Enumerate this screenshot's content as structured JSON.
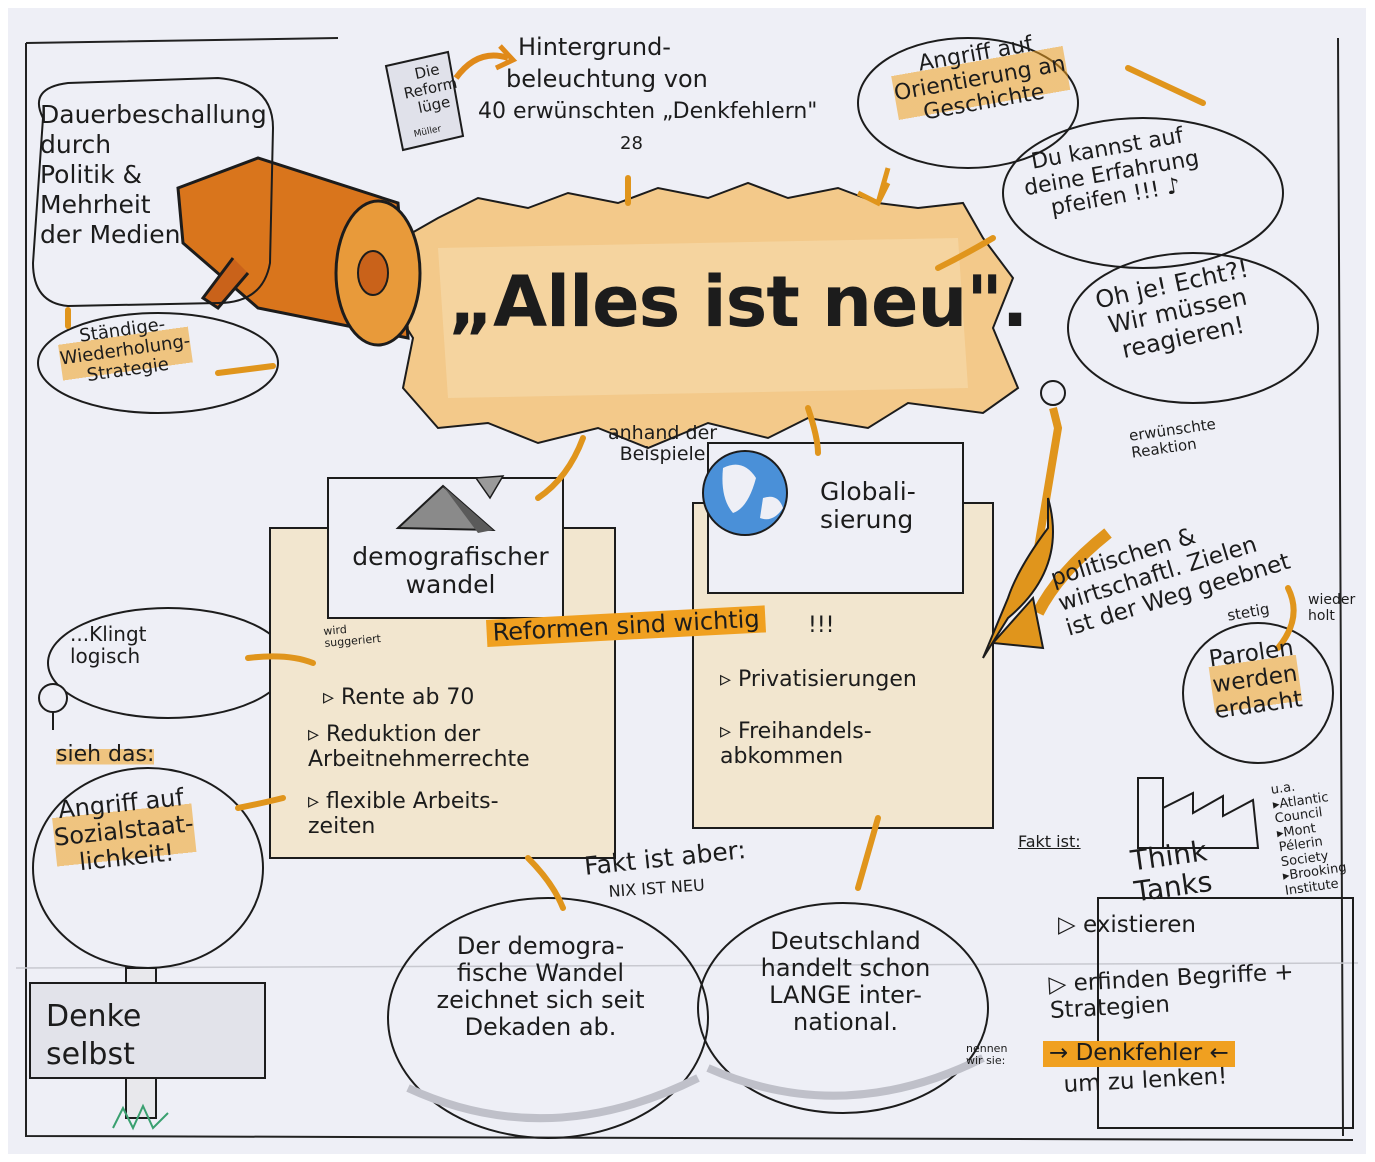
{
  "colors": {
    "accent": "#f0a020",
    "ink": "#1c1c1c",
    "paper": "#eeeff6",
    "shadow": "#bfc0c9",
    "box": "#f2e6cf"
  },
  "book": {
    "title": "Die Reform lüge",
    "author": "Müller"
  },
  "background": {
    "line1": "Hintergrund-",
    "line2": "beleuchtung von",
    "line3": "40 erwünschten „Denkfehlern\"",
    "note": "28"
  },
  "megaphone_bubble": "Dauerbeschallung\ndurch\nPolitik &\nMehrheit\nder Medien",
  "strategy": "Ständige-\nWiederholung-\nStrategie",
  "headline": "„Alles ist neu\".",
  "attack_history": "Angriff auf\nOrientierung an\nGeschichte",
  "experience": "Du kannst auf\ndeine Erfahrung\npfeifen !!! ♪",
  "reaction_bubble": "Oh je! Echt?!\nWir müssen\nreagieren!",
  "desired_reaction": "erwünschte\nReaktion",
  "examples_label": "anhand der\nBeispiele",
  "demographic_box": "demografischer\nwandel",
  "globalization_box": "Globali-\nsierung",
  "political_goals": "politischen &\nwirtschaftl. Zielen\nist der Weg geebnet",
  "sounds_logical": "...Klingt\nlogisch",
  "suggested": "wird\nsuggeriert",
  "reforms": "Reformen sind wichtig",
  "reforms_suffix": "!!!",
  "left_list": [
    "Rente ab 70",
    "Reduktion der\nArbeitnehmerrechte",
    "flexible Arbeits-\nzeiten"
  ],
  "right_list": [
    "Privatisierungen",
    "Freihandels-\nabkommen"
  ],
  "but_label": "sieh das:",
  "attack_social": "Angriff auf\nSozialstaat-\nlichkeit!",
  "fact_but": "Fakt ist aber:",
  "nothing_new": "NIX IST NEU",
  "demographic_fact": "Der demogra-\nfische Wandel\nzeichnet sich seit\nDekaden ab.",
  "trade_fact": "Deutschland\nhandelt schon\nLANGE inter-\nnational.",
  "slogans": "Parolen\nwerden\nerdacht",
  "slogans_steady": "stetig",
  "slogans_repeated": "wieder\nholt",
  "fact_is": "Fakt ist:",
  "think_tanks": "Think\nTanks",
  "think_tank_examples": "u.a.\n▸Atlantic\nCouncil\n▸Mont\nPélerin\nSociety\n▸Brooking\nInstitute",
  "think_tank_list": [
    "existieren",
    "erfinden Begriffe +\nStrategien",
    "Denkfehler",
    "um zu lenken!"
  ],
  "we_call_them": "nennen\nwir sie:",
  "sign": "Denke\nselbst"
}
